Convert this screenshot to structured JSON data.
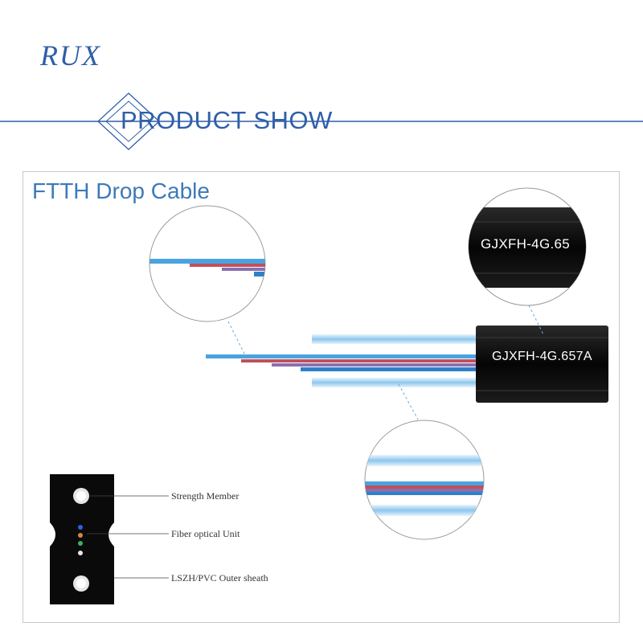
{
  "brand": {
    "logo_text": "RUX",
    "accent_color": "#2f5fa8"
  },
  "section": {
    "title": "PRODUCT SHOW"
  },
  "panel": {
    "title": "FTTH Drop Cable"
  },
  "cable": {
    "print_main": "GJXFH-4G.657A",
    "print_zoom": "GJXFH-4G.65"
  },
  "legend": {
    "strength_member": "Strength Member",
    "fiber_unit": "Fiber optical Unit",
    "outer_sheath": "LSZH/PVC Outer sheath"
  },
  "colors": {
    "sheath": "#111111",
    "fiber_blue": "#2f80c8",
    "fiber_light": "#6fb3e6",
    "fiber_red": "#c0505a",
    "fiber_purple": "#8a6fb0"
  }
}
